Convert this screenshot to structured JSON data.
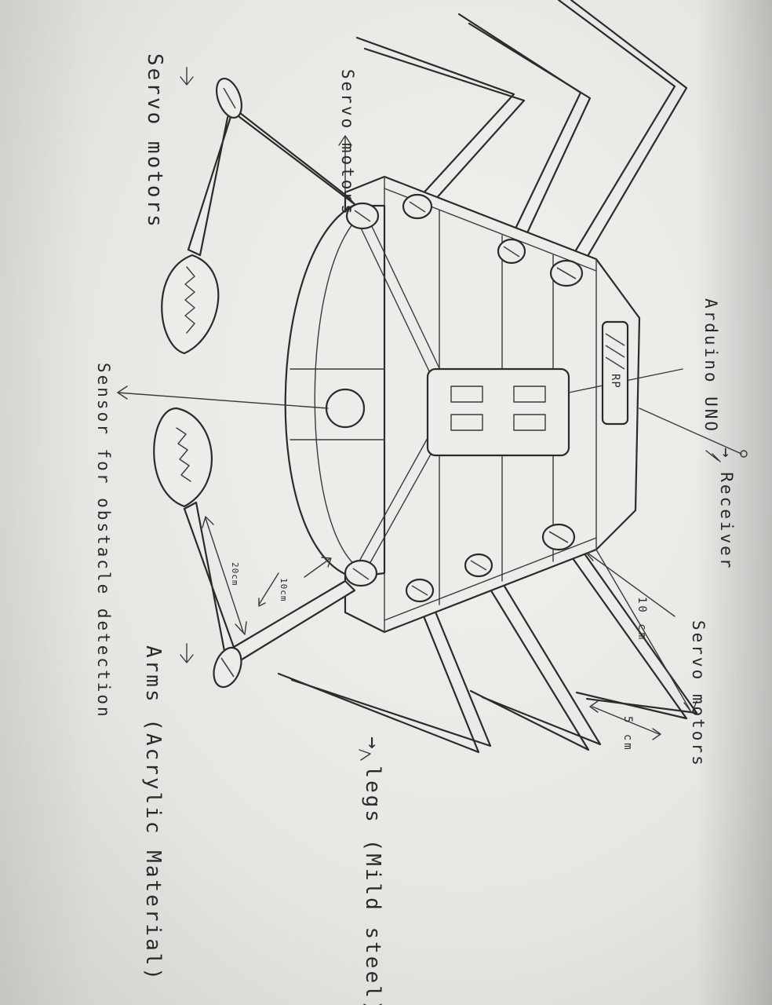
{
  "labels": {
    "servo_motors_top_left": "Servo motors",
    "servo_motors_top": "Servo motors",
    "arduino_uno": "Arduino UNO",
    "sensor": "Sensor for obstacle detection",
    "receiver": "→ Receiver",
    "servo_motors_right": "Servo motors",
    "dim_10cm_right": "10 cm",
    "dim_5cm": "5 cm",
    "dim_20cm": "20cm",
    "dim_10cm_arm": "10cm",
    "arms": "Arms (Acrylic Material)",
    "legs": "→ legs (Mild steel)",
    "board_text": "RP"
  },
  "colors": {
    "paper": "#ecece8",
    "ink": "#2b2b2b"
  }
}
